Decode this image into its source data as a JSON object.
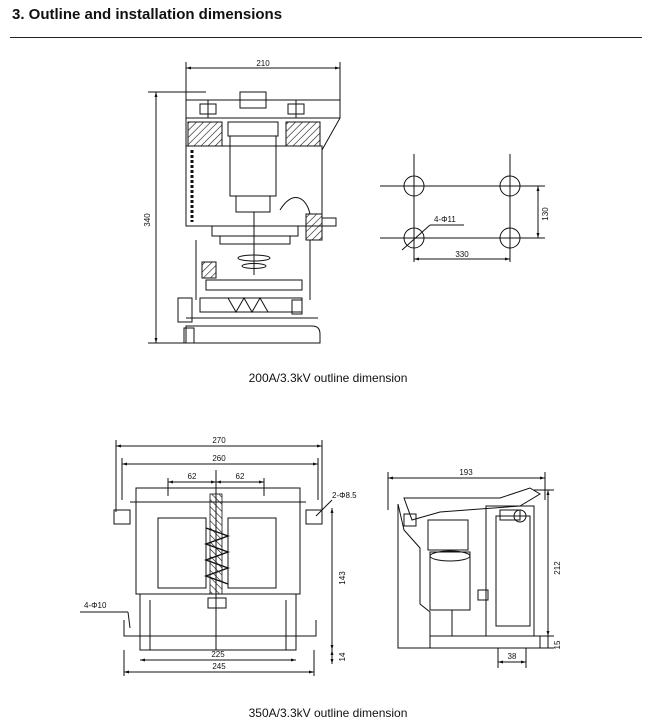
{
  "heading": "3. Outline and installation dimensions",
  "drawing_200A": {
    "caption": "200A/3.3kV outline dimension",
    "dim_width": "210",
    "dim_height": "340",
    "mount_width": "330",
    "mount_height": "130",
    "hole_spec": "4-Φ11"
  },
  "drawing_350A": {
    "caption": "350A/3.3kV outline dimension",
    "dim_overall": "270",
    "dim_inner": "260",
    "dim_left_62": "62",
    "dim_right_62": "62",
    "dim_slot": "2-Φ8.5",
    "dim_height_143": "143",
    "dim_holes_base": "4-Φ10",
    "dim_225": "225",
    "dim_245": "245",
    "dim_14": "14",
    "side_width": "193",
    "side_height": "212",
    "side_15": "15",
    "side_38": "38"
  }
}
